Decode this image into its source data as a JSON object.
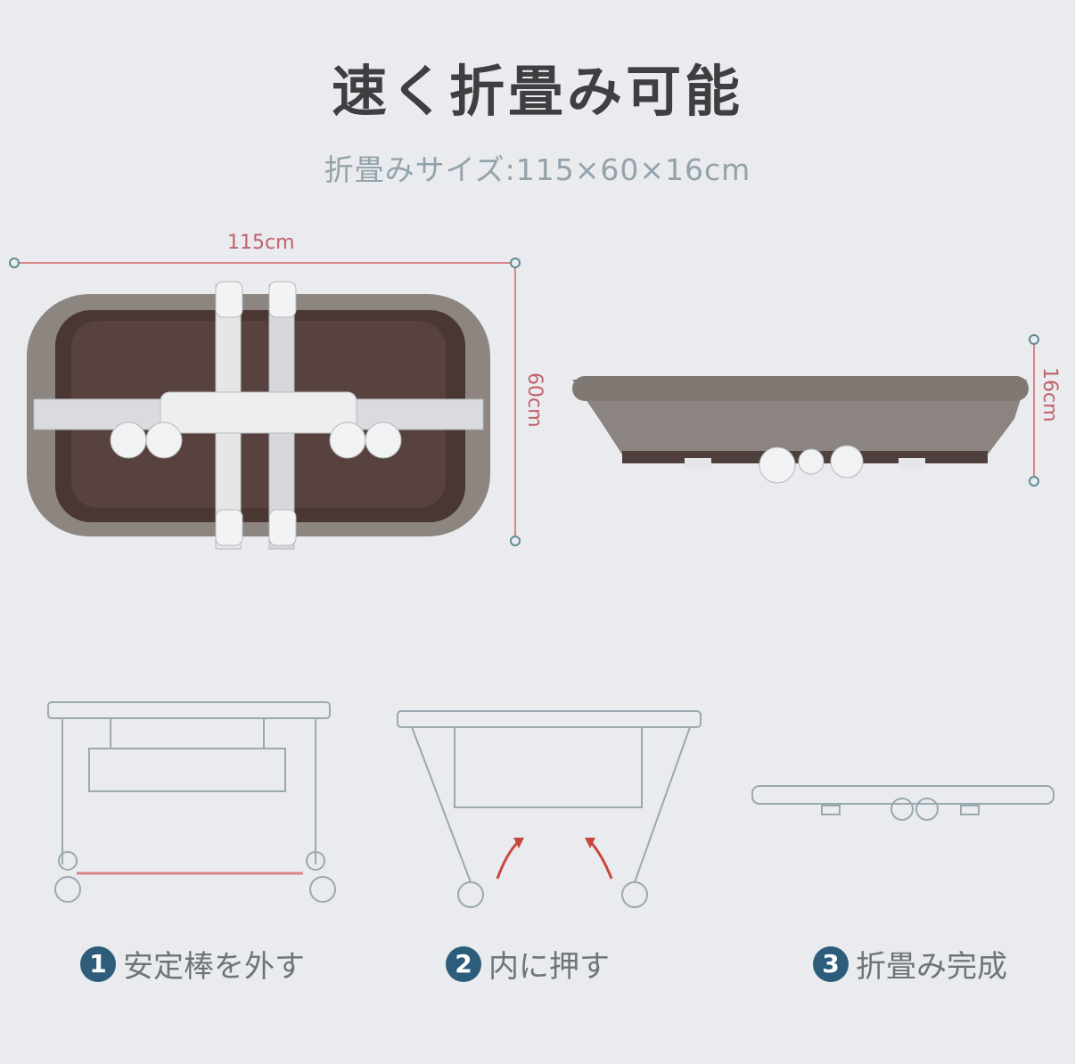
{
  "title": "速く折畳み可能",
  "subtitle": "折畳みサイズ:115×60×16cm",
  "dimensions": {
    "width": "115cm",
    "depth": "60cm",
    "thickness": "16cm"
  },
  "steps": [
    {
      "number": "1",
      "label": "安定棒を外す"
    },
    {
      "number": "2",
      "label": "内に押す"
    },
    {
      "number": "3",
      "label": "折畳み完成"
    }
  ],
  "colors": {
    "accent": "#2d5d7b",
    "dimension_line": "#c0626a",
    "dimension_dot": "#5f8c95"
  }
}
